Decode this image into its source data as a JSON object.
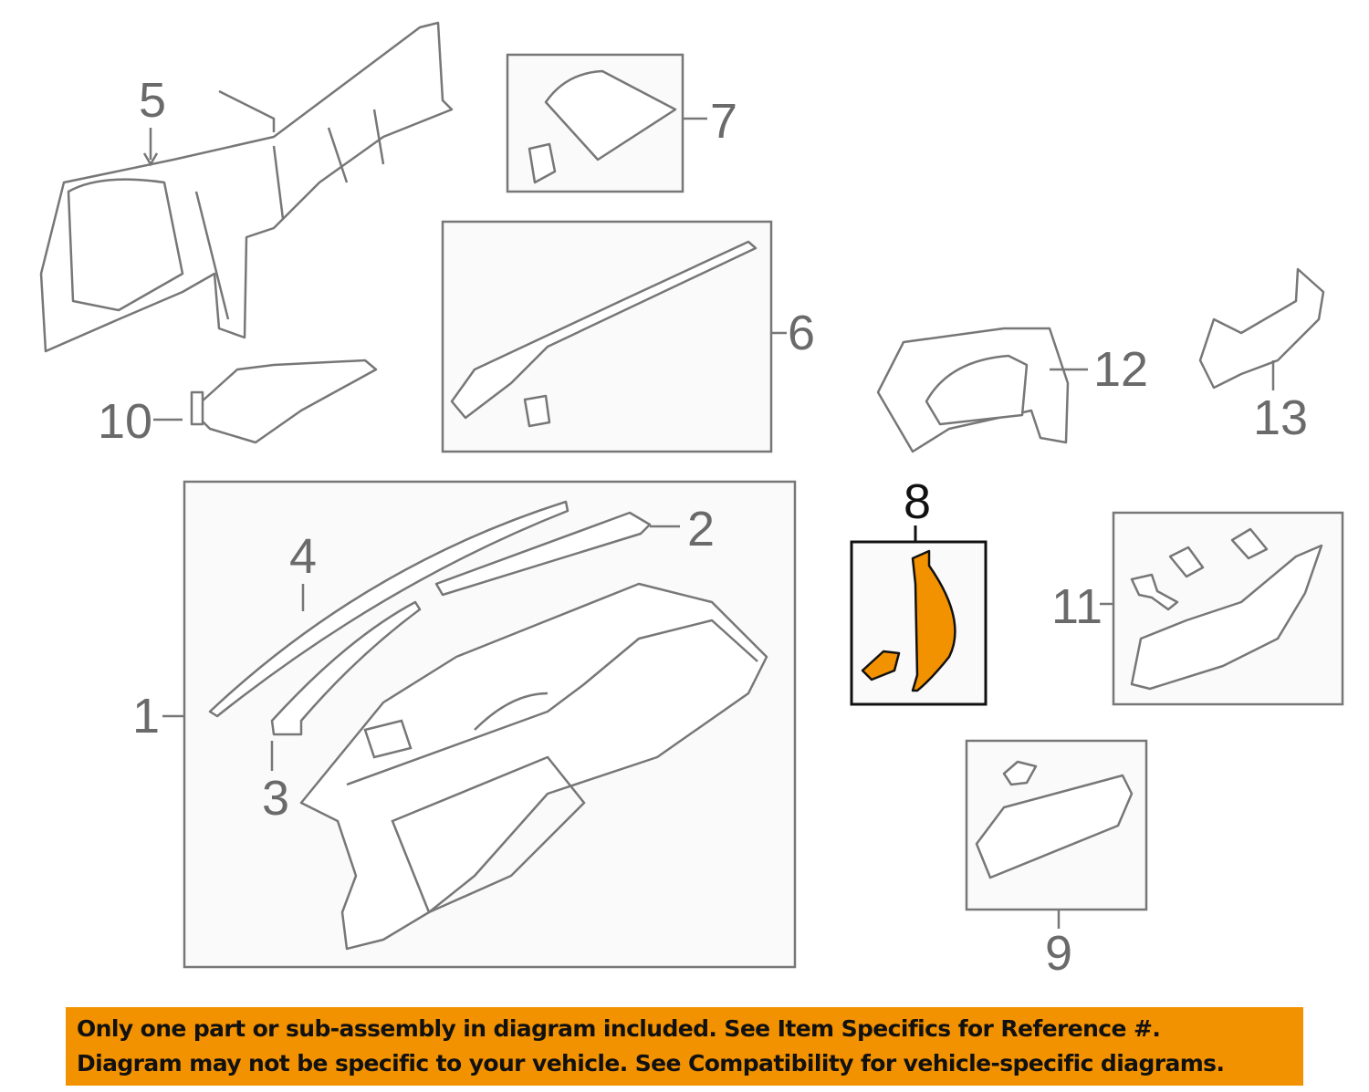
{
  "callouts": {
    "c1": "1",
    "c2": "2",
    "c3": "3",
    "c4": "4",
    "c5": "5",
    "c6": "6",
    "c7": "7",
    "c8": "8",
    "c9": "9",
    "c10": "10",
    "c11": "11",
    "c12": "12",
    "c13": "13"
  },
  "highlighted_part": "8",
  "colors": {
    "highlight": "#F39200",
    "line": "#777777",
    "banner": "#F39200"
  },
  "banner": {
    "line1": "Only one part or sub-assembly in diagram included. See Item Specifics for Reference #.",
    "line2": "Diagram may not be specific to your vehicle. See Compatibility for vehicle-specific diagrams."
  }
}
